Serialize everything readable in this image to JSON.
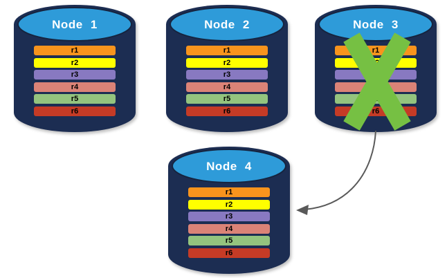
{
  "nodes": [
    {
      "label": "Node 1",
      "records": [
        "r1",
        "r2",
        "r3",
        "r4",
        "r5",
        "r6"
      ],
      "failed": false
    },
    {
      "label": "Node 2",
      "records": [
        "r1",
        "r2",
        "r3",
        "r4",
        "r5",
        "r6"
      ],
      "failed": false
    },
    {
      "label": "Node 3",
      "records": [
        "r1",
        "r2",
        "r3",
        "r4",
        "r5",
        "r6"
      ],
      "failed": true
    },
    {
      "label": "Node 4",
      "records": [
        "r1",
        "r2",
        "r3",
        "r4",
        "r5",
        "r6"
      ],
      "failed": false
    }
  ],
  "record_colors": {
    "r1": "#F8941D",
    "r2": "#FFFF00",
    "r3": "#8879C1",
    "r4": "#DB8377",
    "r5": "#94C47E",
    "r6": "#C53B26"
  },
  "colors": {
    "cylinder_body": "#1C2D52",
    "cylinder_top": "#2E9BD9",
    "node_label_text": "#FFFFFF",
    "record_label_text": "#000000",
    "failure_x": "#76C043",
    "arrow": "#595959"
  },
  "annotations": {
    "failed_node": "Node 3",
    "arrow_from": "Node 3",
    "arrow_to": "Node 4"
  }
}
